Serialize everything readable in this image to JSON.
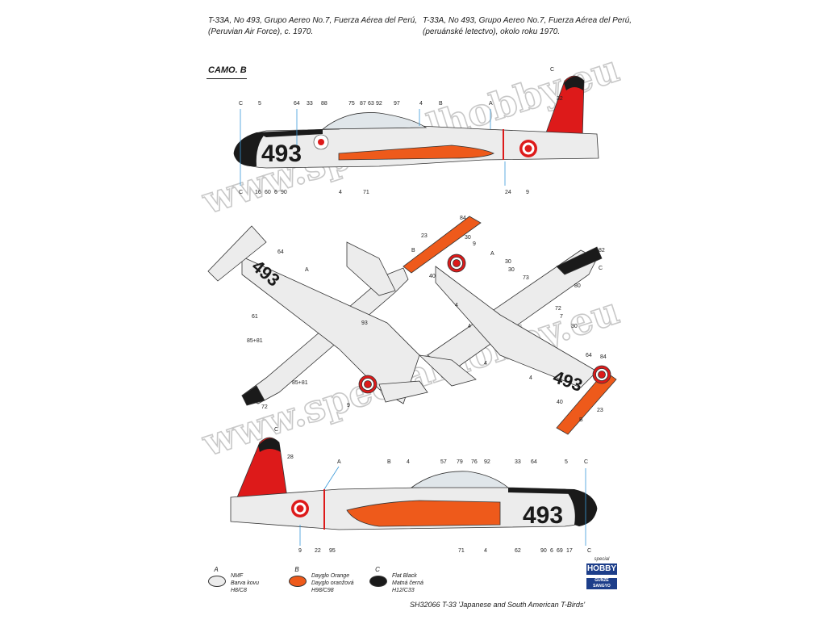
{
  "header": {
    "left_line1": "T-33A, No 493, Grupo Aereo No.7, Fuerza Aérea del Perú,",
    "left_line2": "(Peruvian Air Force), c. 1970.",
    "right_line1": "T-33A, No 493, Grupo Aereo No.7, Fuerza Aérea del Perú,",
    "right_line2": "(peruánské letectvo), okolo roku 1970."
  },
  "camo_label": "CAMO. B",
  "aircraft_number": "493",
  "watermark": "www.specialhobby.eu",
  "colors": {
    "nmf": "#ececec",
    "dayglo_orange": "#ee5a1b",
    "flat_black": "#1a1a1a",
    "red": "#dd1a1a",
    "callout": "#3a9ad9"
  },
  "callouts": {
    "top_view": [
      "C",
      "5",
      "64",
      "33",
      "88",
      "75",
      "87",
      "63",
      "92",
      "97",
      "4",
      "B",
      "A",
      "C",
      "32",
      "C",
      "16",
      "60",
      "6",
      "90",
      "4",
      "71",
      "24",
      "9"
    ],
    "upper_plan": [
      "64",
      "A",
      "61",
      "93",
      "85+81",
      "85+81",
      "72",
      "9"
    ],
    "lower_plan": [
      "84",
      "23",
      "B",
      "9",
      "30",
      "40",
      "A",
      "30",
      "4",
      "73",
      "4",
      "30",
      "82",
      "C",
      "80",
      "72",
      "7",
      "30",
      "4",
      "4",
      "64",
      "84",
      "B",
      "40",
      "23"
    ],
    "bottom_view": [
      "C",
      "28",
      "A",
      "B",
      "4",
      "57",
      "79",
      "76",
      "92",
      "33",
      "64",
      "5",
      "C",
      "9",
      "22",
      "95",
      "71",
      "4",
      "62",
      "90",
      "6",
      "69",
      "17",
      "C"
    ]
  },
  "legend": [
    {
      "letter": "A",
      "line1": "NMF",
      "line2": "Barva kovu",
      "line3": "H8/C8",
      "color": "#ececec"
    },
    {
      "letter": "B",
      "line1": "Dayglo Orange",
      "line2": "Dayglo oranžová",
      "line3": "H98/C98",
      "color": "#ee5a1b"
    },
    {
      "letter": "C",
      "line1": "Flat Black",
      "line2": "Matná černá",
      "line3": "H12/C33",
      "color": "#1a1a1a"
    }
  ],
  "logo": {
    "line1": "special",
    "line2": "HOBBY",
    "line3": "GUNZE SANGYO"
  },
  "footer": "SH32066  T-33 'Japanese and South American T-Birds'"
}
